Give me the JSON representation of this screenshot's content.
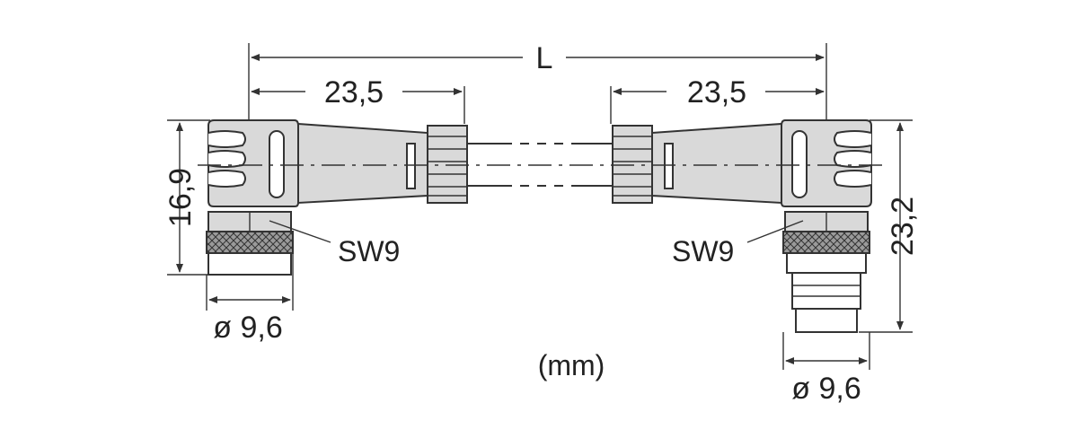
{
  "diagram": {
    "length_label": "L",
    "left_body_length": "23,5",
    "right_body_length": "23,5",
    "left_height": "16,9",
    "right_height": "23,2",
    "left_wrench": "SW9",
    "right_wrench": "SW9",
    "left_diameter": "ø 9,6",
    "right_diameter": "ø 9,6",
    "units": "(mm)"
  }
}
